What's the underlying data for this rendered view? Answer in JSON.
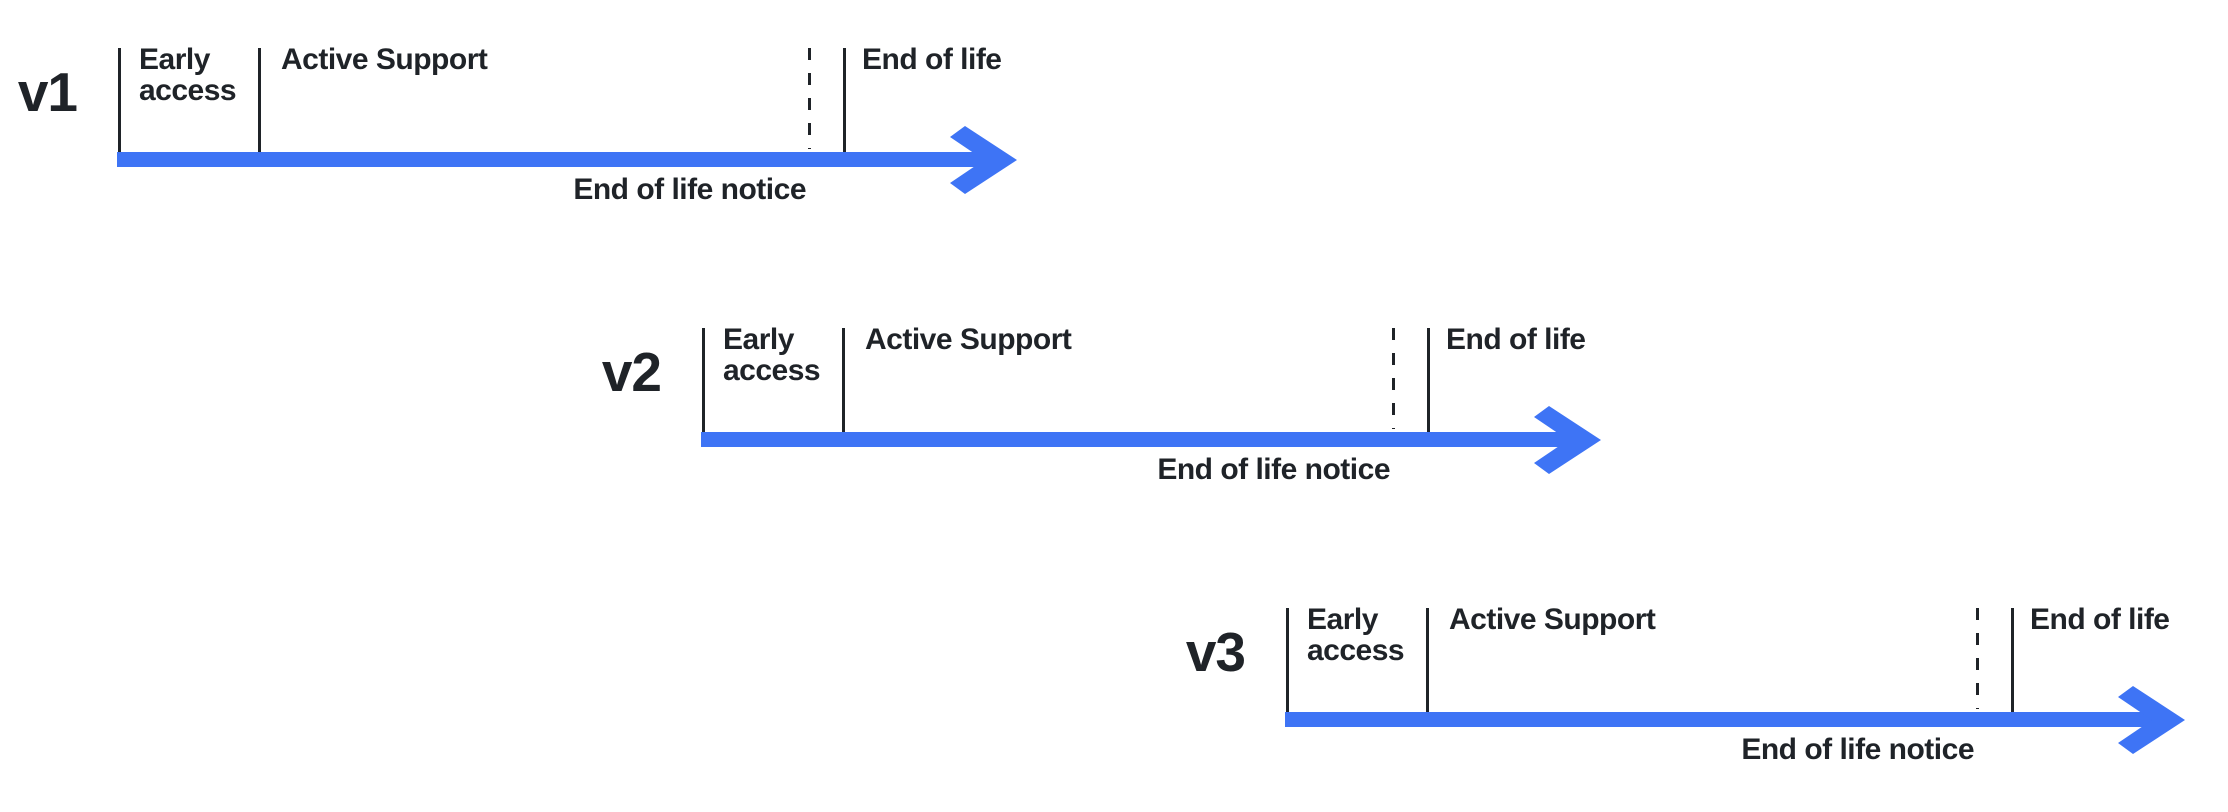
{
  "colors": {
    "accent": "#3E74F5",
    "ink": "#1F2328",
    "background": "#FFFFFF"
  },
  "rows": [
    {
      "version": "v1",
      "early_access_label": "Early access",
      "active_support_label": "Active Support",
      "end_of_life_label": "End of life",
      "end_of_life_notice_label": "End of life notice"
    },
    {
      "version": "v2",
      "early_access_label": "Early access",
      "active_support_label": "Active Support",
      "end_of_life_label": "End of life",
      "end_of_life_notice_label": "End of life notice"
    },
    {
      "version": "v3",
      "early_access_label": "Early access",
      "active_support_label": "Active Support",
      "end_of_life_label": "End of life",
      "end_of_life_notice_label": "End of life notice"
    }
  ]
}
